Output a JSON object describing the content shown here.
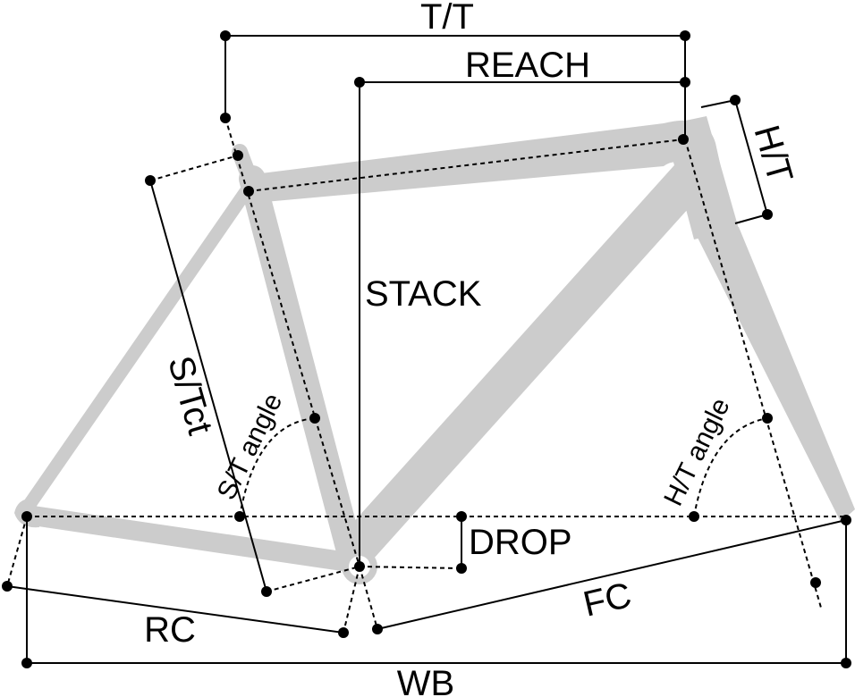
{
  "labels": {
    "top_tube": "T/T",
    "reach": "REACH",
    "head_tube": "H/T",
    "stack": "STACK",
    "seat_tube_ct": "S/Tct",
    "seat_tube_angle": "S/T angle",
    "head_tube_angle": "H/T angle",
    "drop": "DROP",
    "front_center": "FC",
    "rear_center": "RC",
    "wheelbase": "WB"
  },
  "colors": {
    "frame": "#cccccc",
    "lines": "#000000",
    "background": "#ffffff"
  }
}
